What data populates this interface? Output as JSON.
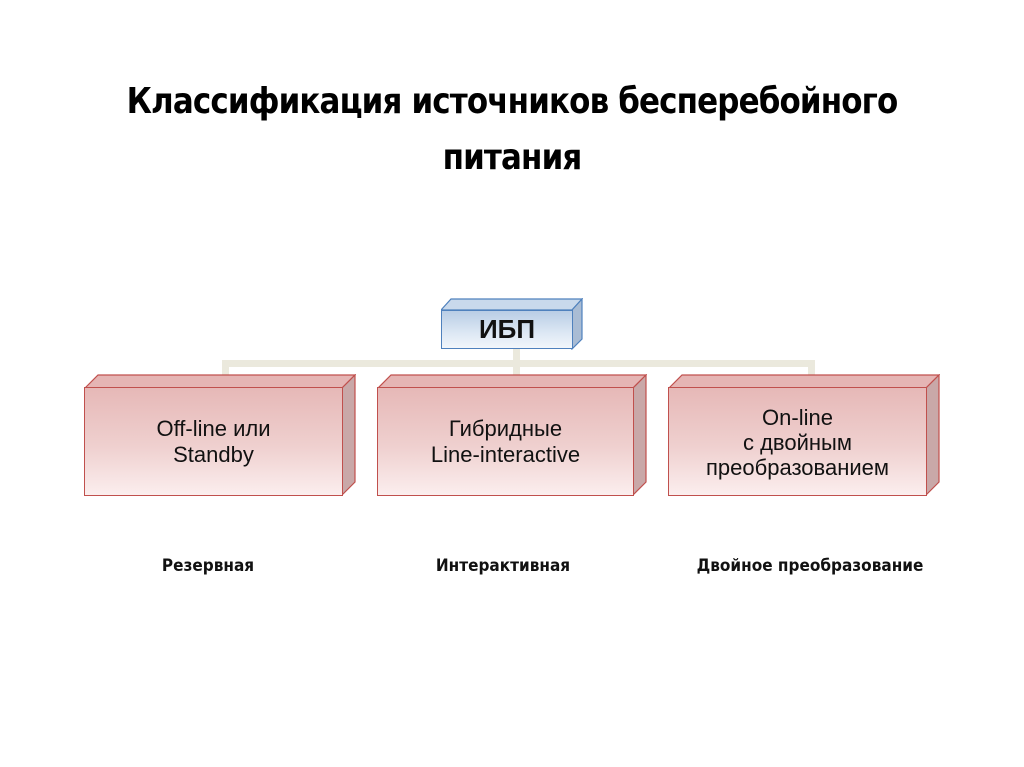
{
  "slide": {
    "title": "Классификация источников бесперебойного питания",
    "title_line1": "Классификация источников бесперебойного",
    "title_line2": "питания"
  },
  "diagram": {
    "root": {
      "label": "ИБП",
      "fill": "#b9cde5",
      "border": "#4f81bd"
    },
    "children": [
      {
        "lines": [
          "Off-line или",
          "Standby"
        ],
        "caption": "Резервная"
      },
      {
        "lines": [
          "Гибридные",
          "Line-interactive"
        ],
        "caption": "Интерактивная"
      },
      {
        "lines": [
          "On-line",
          "с двойным",
          "преобразованием"
        ],
        "caption": "Двойное преобразование"
      }
    ],
    "colors": {
      "child_fill": "#e6b8b7",
      "child_border": "#c0504d",
      "connector": "#ebe9dd"
    }
  }
}
